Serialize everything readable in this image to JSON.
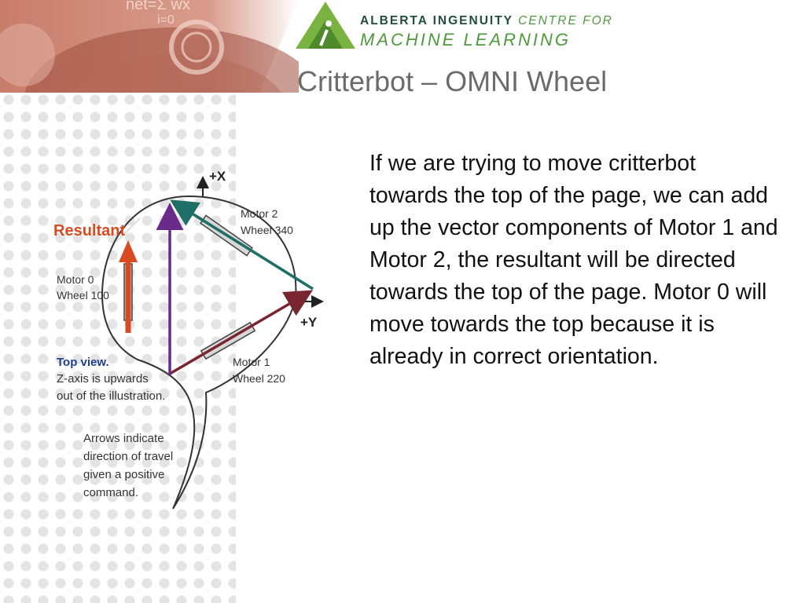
{
  "logo": {
    "line1_a": "ALBERTA INGENUITY",
    "line1_b": "CENTRE FOR",
    "line2": "MACHINE LEARNING"
  },
  "slide": {
    "title": "Critterbot – OMNI Wheel",
    "body": "If we are trying to move critterbot towards the top of the page, we can add up the vector components of Motor 1 and Motor 2, the resultant will be directed towards the top of the page. Motor 0 will move towards the top because it is already in correct orientation."
  },
  "banner": {
    "formula_1": "net=Σ wx",
    "formula_2": "i=0"
  },
  "diagram": {
    "axis_x": "+X",
    "axis_y": "+Y",
    "resultant": "Resultant",
    "motor0_line1": "Motor 0",
    "motor0_line2": "Wheel 100",
    "motor1_line1": "Motor 1",
    "motor1_line2": "Wheel 220",
    "motor2_line1": "Motor 2",
    "motor2_line2": "Wheel 340",
    "topview_1": "Top view.",
    "topview_2": "Z-axis is upwards",
    "topview_3": "out of the illustration.",
    "arrows_1": "Arrows indicate",
    "arrows_2": "direction of travel",
    "arrows_3": "given a positive",
    "arrows_4": "command.",
    "colors": {
      "resultant": "#d84a22",
      "motor2_vector": "#1e6f66",
      "motor1_vector": "#7a2630",
      "resultant_vector": "#6a2a8a"
    }
  }
}
